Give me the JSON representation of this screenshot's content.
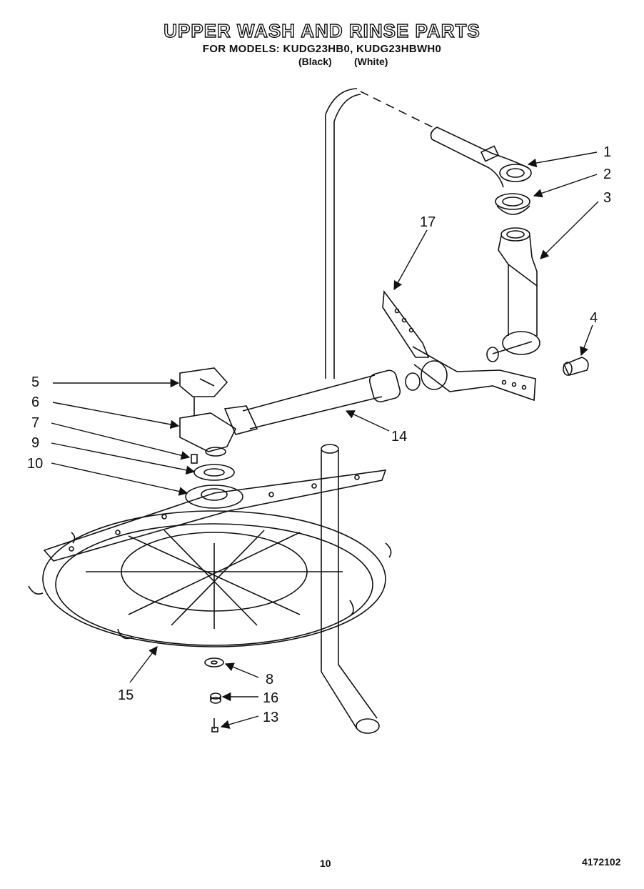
{
  "header": {
    "title": "UPPER WASH AND RINSE PARTS",
    "subtitle": "FOR MODELS: KUDG23HB0, KUDG23HBWH0",
    "variant_black": "(Black)",
    "variant_white": "(White)"
  },
  "callouts": [
    "1",
    "2",
    "3",
    "4",
    "5",
    "6",
    "7",
    "9",
    "10",
    "17",
    "14",
    "8",
    "16",
    "13",
    "15"
  ],
  "footer": {
    "page_number": "10",
    "doc_number": "4172102"
  }
}
